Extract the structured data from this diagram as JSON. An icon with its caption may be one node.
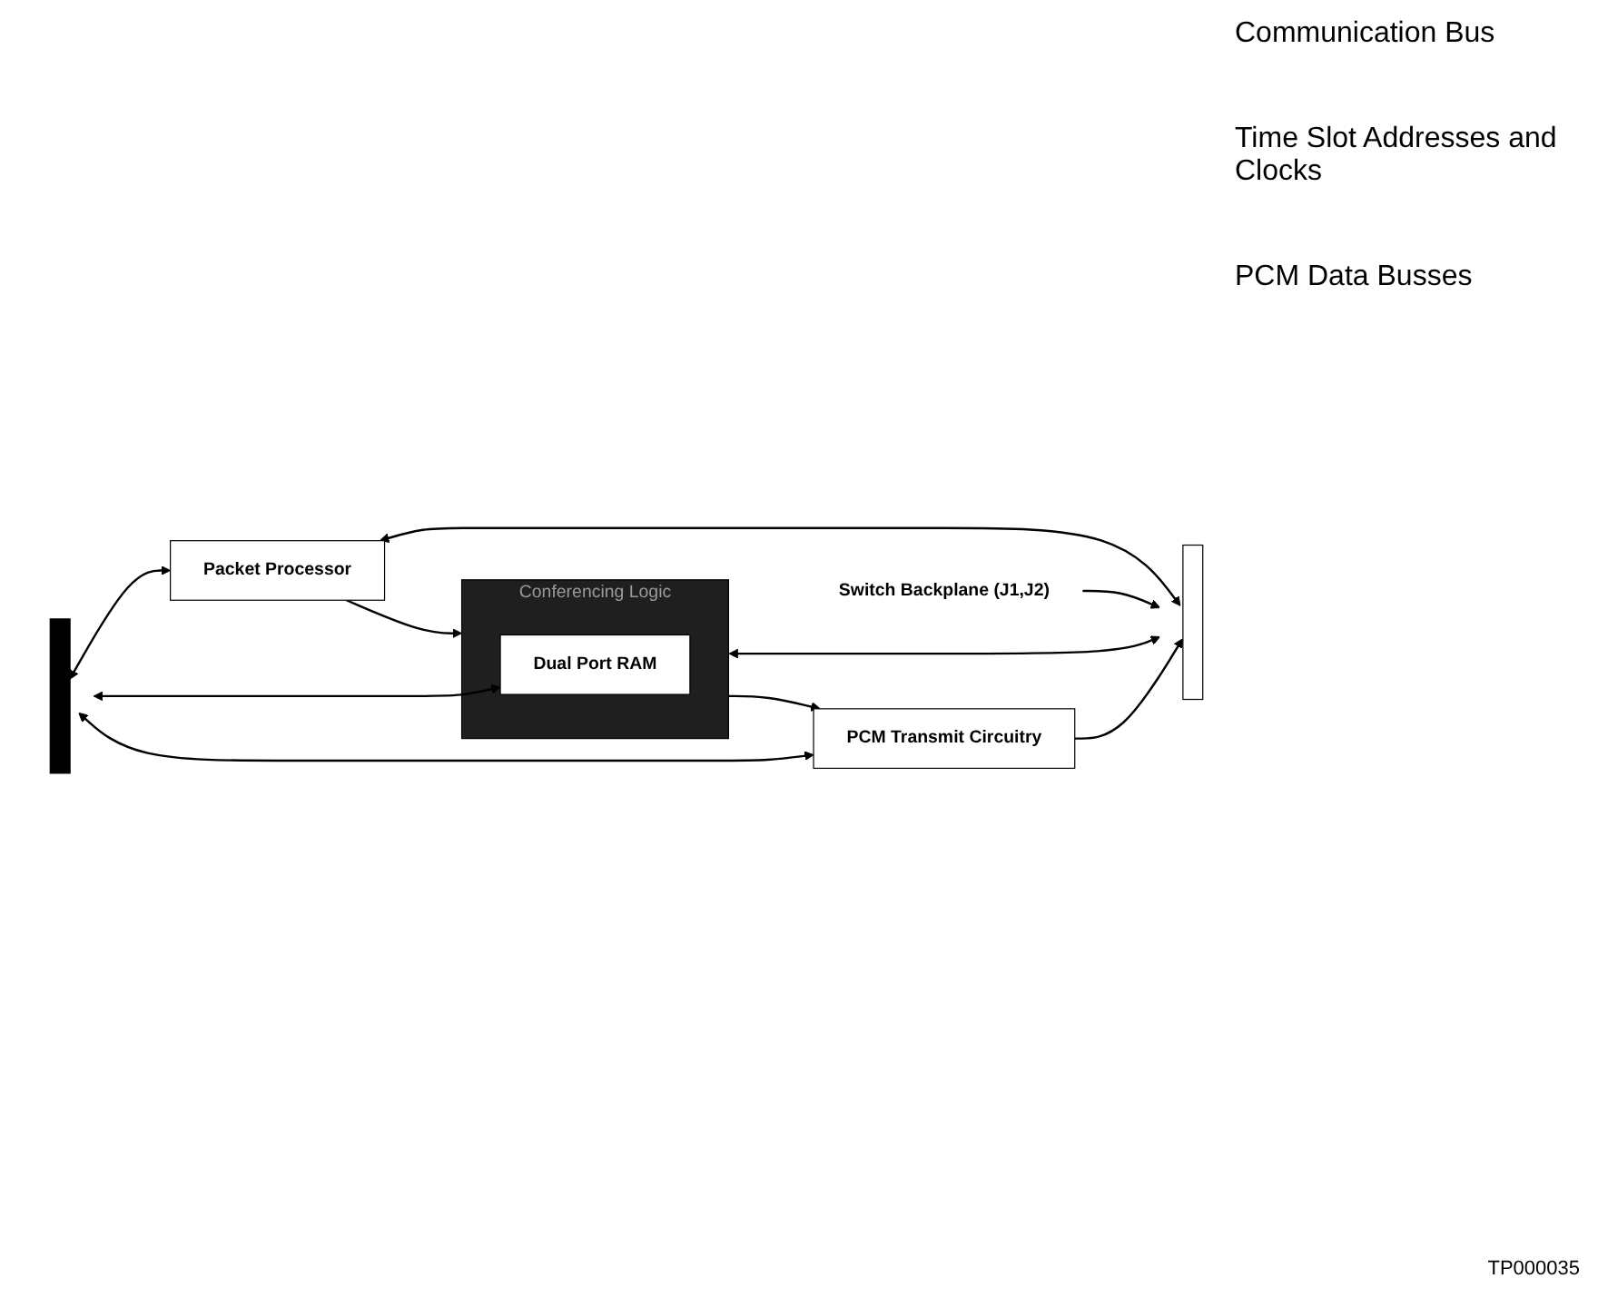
{
  "diagram": {
    "nodes": [
      {
        "text": [],
        "shape": "bar"
      },
      {
        "text": [
          "Packet Processor"
        ]
      },
      {
        "text": [
          "Conferencing Logic"
        ]
      },
      {
        "text": [
          "Dual Port RAM"
        ],
        "in": 2
      },
      {
        "text": [
          "PCM Transmit Circuitry"
        ]
      },
      {
        "text": [],
        "shape": "bar"
      },
      {
        "text": [
          "Switch Backplane (J1,J2)"
        ]
      }
    ],
    "edges": [
      {
        "from": 0,
        "to": 1,
        "arrow": "both"
      },
      {
        "from": 1,
        "to": 5,
        "arrow": "both"
      },
      {
        "from": 1,
        "to": 2,
        "arrow": "to"
      },
      {
        "from": 0,
        "to": 3,
        "arrow": "both"
      },
      {
        "from": 2,
        "to": 5,
        "arrow": "both"
      },
      {
        "from": 6,
        "to": 5,
        "arrow": "to"
      },
      {
        "from": 2,
        "to": 4,
        "arrow": "to"
      },
      {
        "from": 0,
        "to": 4,
        "arrow": "both"
      },
      {
        "from": 4,
        "to": 5,
        "arrow": "to"
      }
    ],
    "labels": [
      "Communication Bus",
      "Time Slot Addresses and Clocks",
      "PCM Data Busses",
      "TP000035"
    ]
  }
}
